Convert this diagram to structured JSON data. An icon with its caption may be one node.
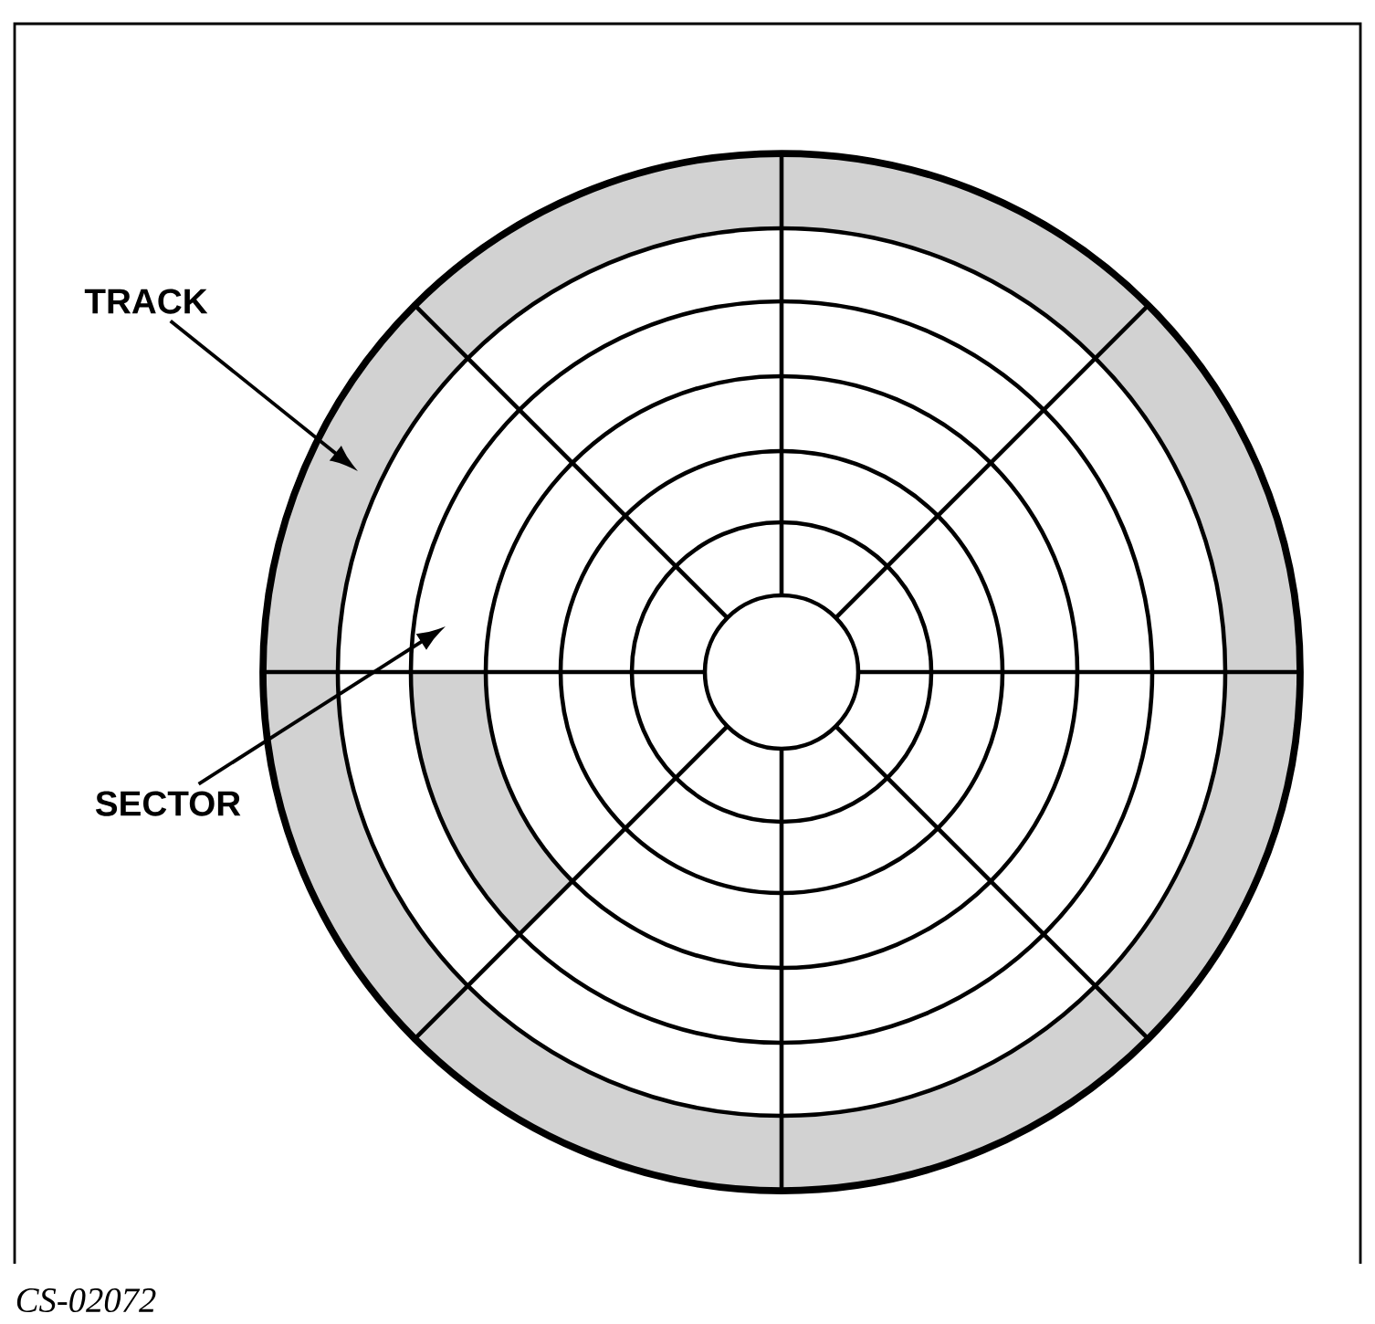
{
  "diagram": {
    "nodes": [
      {
        "text": [
          "TRACK"
        ]
      },
      {
        "text": [
          "SECTOR"
        ]
      }
    ],
    "edges": [
      {
        "from": 0,
        "to": null,
        "arrow": "to"
      },
      {
        "from": 1,
        "to": null,
        "arrow": "to"
      }
    ],
    "labels": [
      "CS-02072"
    ]
  }
}
